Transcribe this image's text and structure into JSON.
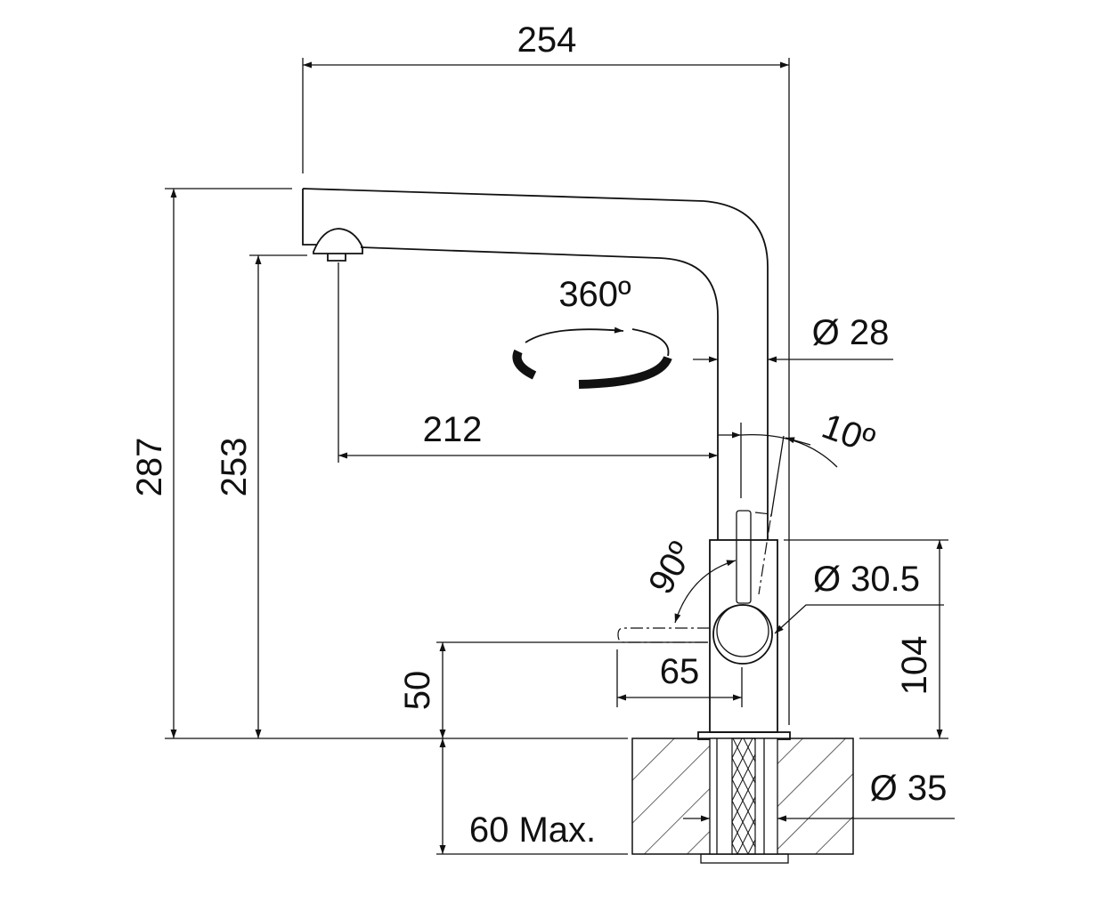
{
  "dimensions": {
    "total_reach": "254",
    "total_height": "287",
    "outlet_height": "253",
    "outlet_reach": "212",
    "rotation": "360º",
    "spout_diameter": "Ø 28",
    "tilt_angle": "10º",
    "lever_angle": "90º",
    "body_diameter": "Ø 30.5",
    "body_height": "104",
    "lever_height": "50",
    "lever_length": "65",
    "counter_thickness": "60 Max.",
    "hole_diameter": "Ø 35"
  },
  "colors": {
    "line": "#111111",
    "background": "#ffffff"
  }
}
